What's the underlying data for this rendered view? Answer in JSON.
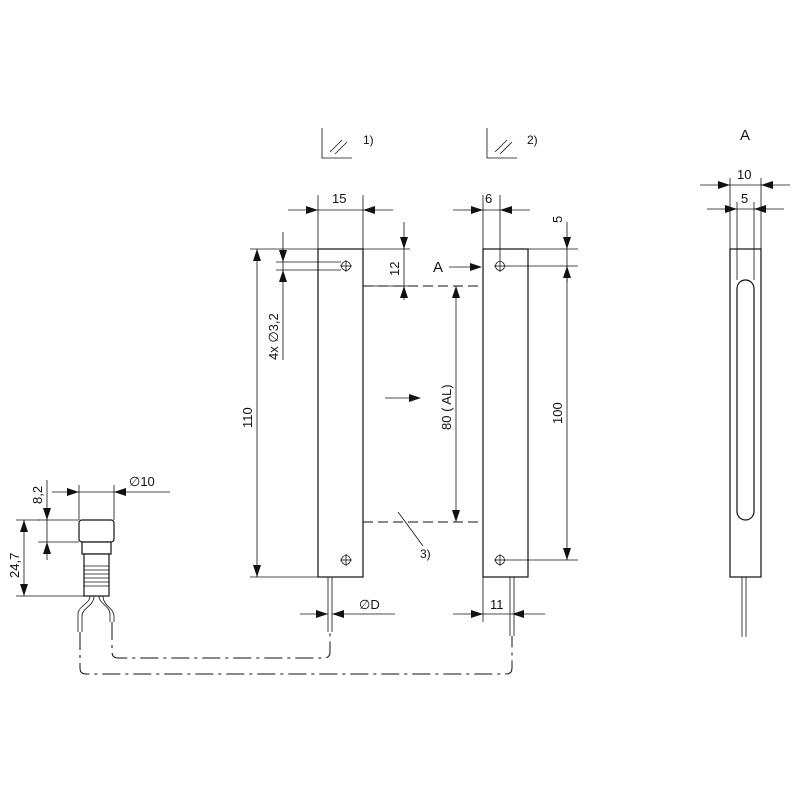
{
  "labels": {
    "note1": "1)",
    "note2": "2)",
    "note3": "3)",
    "view_a": "A",
    "arrow_a": "A"
  },
  "dimensions": {
    "emitter_width": "15",
    "receiver_offset": "6",
    "receiver_top": "5",
    "hole_pitch_top": "12",
    "hole_spec": "4x ∅3,2",
    "emitter_length": "110",
    "active_length": "80 ( AL)",
    "receiver_length": "100",
    "cable_diameter": "∅D",
    "cable_offset": "11",
    "connector_diameter": "∅10",
    "connector_head": "8,2",
    "connector_length": "24,7",
    "side_width": "10",
    "side_inner": "5"
  }
}
